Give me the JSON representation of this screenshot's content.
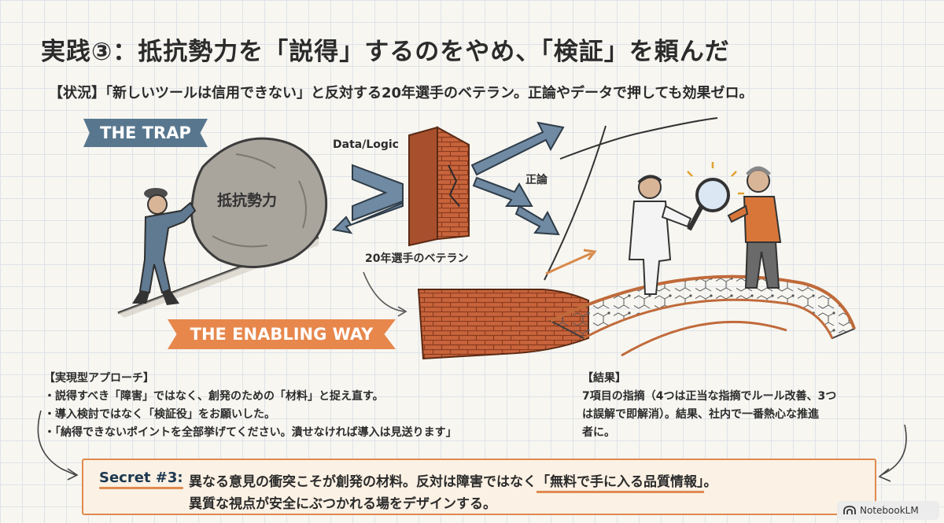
{
  "title": "実践③：抵抗勢力を「説得」するのをやめ、「検証」を頼んだ",
  "situation": "【状況】「新しいツールは信用できない」と反対する20年選手のベテラン。正論やデータで押しても効果ゼロ。",
  "illustration": {
    "trap_banner": "THE TRAP",
    "enabling_banner": "THE ENABLING WAY",
    "boulder_label": "抵抗勢力",
    "data_logic_label": "Data/Logic",
    "seiron_label": "正論",
    "veteran_label": "20年選手のベテラン"
  },
  "approach": {
    "heading": "【実現型アプローチ】",
    "items": [
      "説得すべき「障害」ではなく、創発のための「材料」と捉え直す。",
      "導入検討ではなく「検証役」をお願いした。",
      "「納得できないポイントを全部挙げてください。潰せなければ導入は見送ります」"
    ]
  },
  "result": {
    "heading": "【結果】",
    "line1": "7項目の指摘（4つは正当な指摘でルール改善、3つ",
    "line2": "は誤解で即解消）。結果、社内で一番熱心な推進",
    "line3": "者に。"
  },
  "secret": {
    "label": "Secret #3:",
    "line1_pre": "異なる意見の衝突こそが創発の材料。反対は障害ではなく",
    "line1_highlight": "「無料で手に入る品質情報」",
    "line1_post": "。",
    "line2": "異質な視点が安全にぶつかれる場をデザインする。"
  },
  "badge": {
    "icon": "notebooklm-logo-icon",
    "label": "NotebookLM"
  },
  "colors": {
    "trap_blue": "#58778f",
    "enabling_orange": "#e7874c",
    "brick": "#c8643c",
    "arrow_blue": "#6f8aa2"
  }
}
